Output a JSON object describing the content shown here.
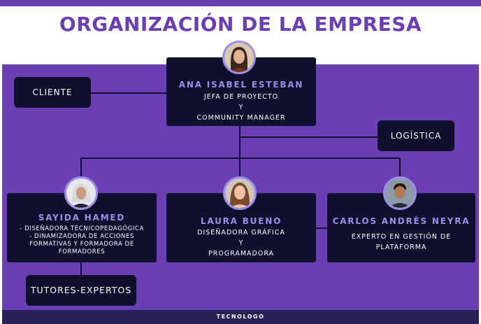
{
  "header": {
    "title": "ORGANIZACIÓN DE LA EMPRESA"
  },
  "footer": {
    "text": "TECNOLOGO"
  },
  "colors": {
    "accent": "#6a3fb4",
    "box": "#10102e",
    "name": "#9d8ee6",
    "footer": "#2a1f57"
  },
  "nodes": {
    "lead": {
      "name": "ANA ISABEL ESTEBAN",
      "role_1": "JEFA DE PROYECTO",
      "role_2": "Y",
      "role_3": "COMMUNITY MANAGER"
    },
    "client": {
      "label": "CLIENTE"
    },
    "logistics": {
      "label": "LOGÍSTICA"
    },
    "sayida": {
      "name": "SAYIDA HAMED",
      "role_1": "- DISEÑADORA TÉCNICOPEDAGÓGICA",
      "role_2": "- DINAMIZADORA DE ACCIONES",
      "role_3": "FORMATIVAS Y FORMADORA DE",
      "role_4": "FORMADORES"
    },
    "laura": {
      "name": "LAURA BUENO",
      "role_1": "DISEÑADORA GRÁFICA",
      "role_2": "Y",
      "role_3": "PROGRAMADORA"
    },
    "carlos": {
      "name": "CARLOS ANDRÉS NEYRA",
      "role_1": "EXPERTO EN GESTIÓN DE",
      "role_2": "PLATAFORMA"
    },
    "tutors": {
      "label": "TUTORES-EXPERTOS"
    }
  }
}
